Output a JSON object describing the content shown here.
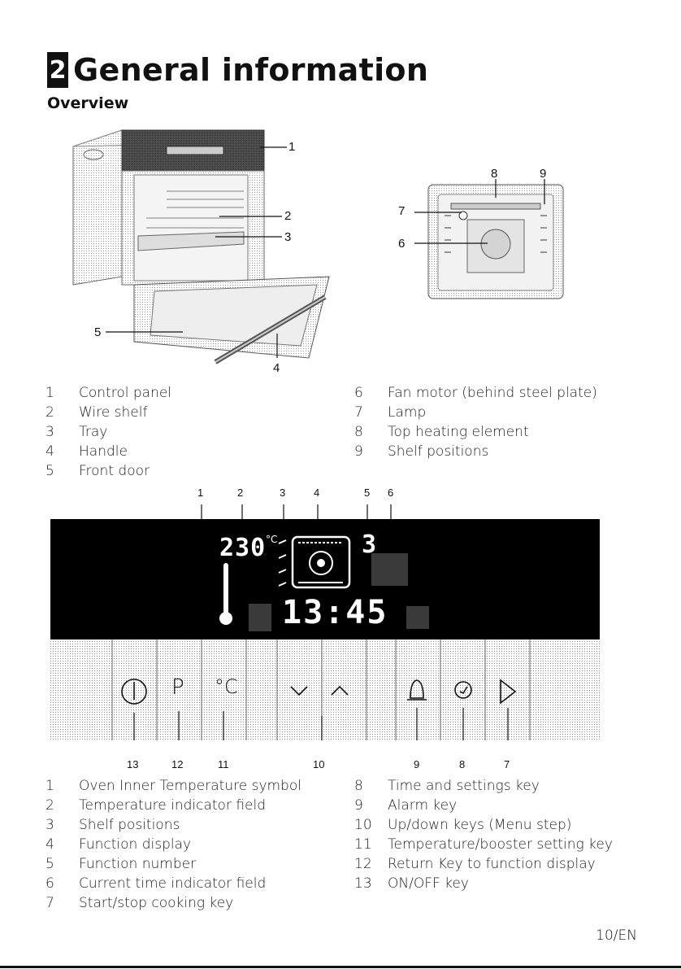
{
  "chapter": {
    "number": "2",
    "title": "General information"
  },
  "section": {
    "title": "Overview"
  },
  "oven_callouts": [
    "1",
    "2",
    "3",
    "4",
    "5"
  ],
  "interior_callouts": [
    "6",
    "7",
    "8",
    "9"
  ],
  "overview_legend_left": [
    {
      "num": "1",
      "label": "Control panel"
    },
    {
      "num": "2",
      "label": "Wire shelf"
    },
    {
      "num": "3",
      "label": "Tray"
    },
    {
      "num": "4",
      "label": "Handle"
    },
    {
      "num": "5",
      "label": "Front door"
    }
  ],
  "overview_legend_right": [
    {
      "num": "6",
      "label": "Fan motor (behind steel plate)"
    },
    {
      "num": "7",
      "label": "Lamp"
    },
    {
      "num": "8",
      "label": "Top heating element"
    },
    {
      "num": "9",
      "label": "Shelf positions"
    }
  ],
  "display_callouts": [
    "1",
    "2",
    "3",
    "4",
    "5",
    "6"
  ],
  "display": {
    "temperature": "230",
    "unit": "°C",
    "function_number": "3",
    "time": "13:45"
  },
  "panel_keys": [
    {
      "symbol": "power-icon"
    },
    {
      "symbol": "P"
    },
    {
      "symbol": "°C"
    },
    {
      "symbol": "chevron-down-icon"
    },
    {
      "symbol": "chevron-up-icon"
    },
    {
      "symbol": "bell-icon"
    },
    {
      "symbol": "clock-icon"
    },
    {
      "symbol": "play-icon"
    }
  ],
  "key_callouts": [
    "13",
    "12",
    "11",
    "10",
    "9",
    "8",
    "7"
  ],
  "panel_legend_left": [
    {
      "num": "1",
      "label": "Oven Inner Temperature symbol"
    },
    {
      "num": "2",
      "label": "Temperature indicator field"
    },
    {
      "num": "3",
      "label": "Shelf positions"
    },
    {
      "num": "4",
      "label": "Function display"
    },
    {
      "num": "5",
      "label": "Function number"
    },
    {
      "num": "6",
      "label": "Current time indicator field"
    },
    {
      "num": "7",
      "label": "Start/stop cooking key"
    }
  ],
  "panel_legend_right": [
    {
      "num": "8",
      "label": "Time and settings key"
    },
    {
      "num": "9",
      "label": "Alarm key"
    },
    {
      "num": "10",
      "label": "Up/down keys (Menu step)"
    },
    {
      "num": "11",
      "label": "Temperature/booster setting key"
    },
    {
      "num": "12",
      "label": "Return Key to function display"
    },
    {
      "num": "13",
      "label": "ON/OFF key"
    }
  ],
  "page_number": "10/EN"
}
